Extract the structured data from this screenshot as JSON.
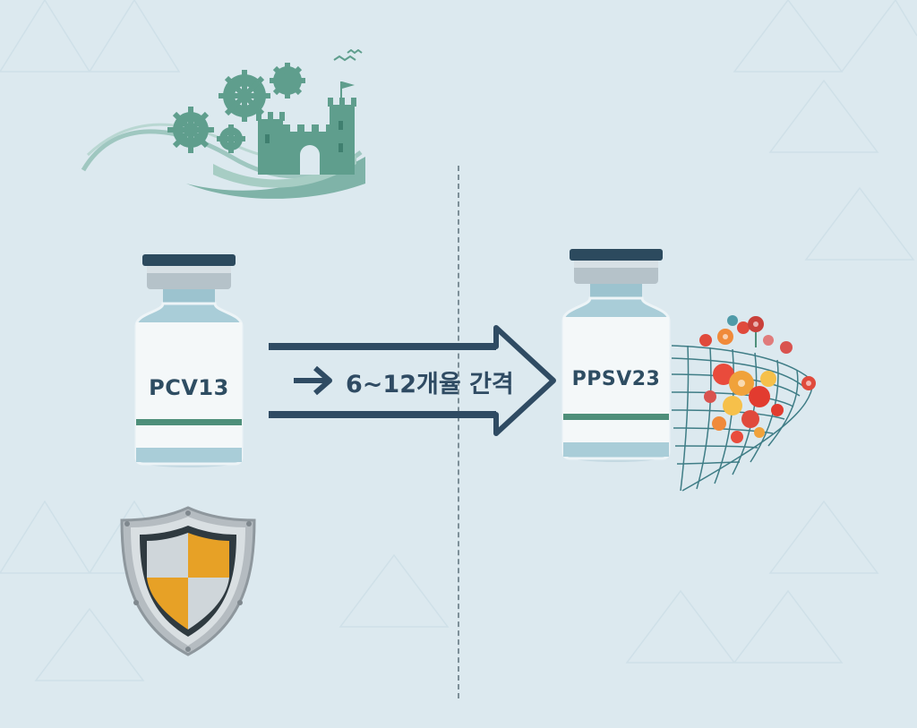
{
  "left_vial": {
    "label": "PCV13"
  },
  "right_vial": {
    "label": "PPSV23"
  },
  "interval_arrow": {
    "label": "6~12개율 간격"
  },
  "icons": {
    "castle": "castle-with-gears-icon",
    "shield": "shield-icon",
    "net": "net-catching-bacteria-icon",
    "arrow": "double-arrow-icon"
  },
  "colors": {
    "background": "#dce9ef",
    "vial_cap": "#2c4a5e",
    "vial_glass": "#a9cdd8",
    "vial_stripe": "#4e8f7a",
    "text": "#2e4d62",
    "shield_orange": "#e7a126",
    "castle_green": "#5f9e8d"
  }
}
